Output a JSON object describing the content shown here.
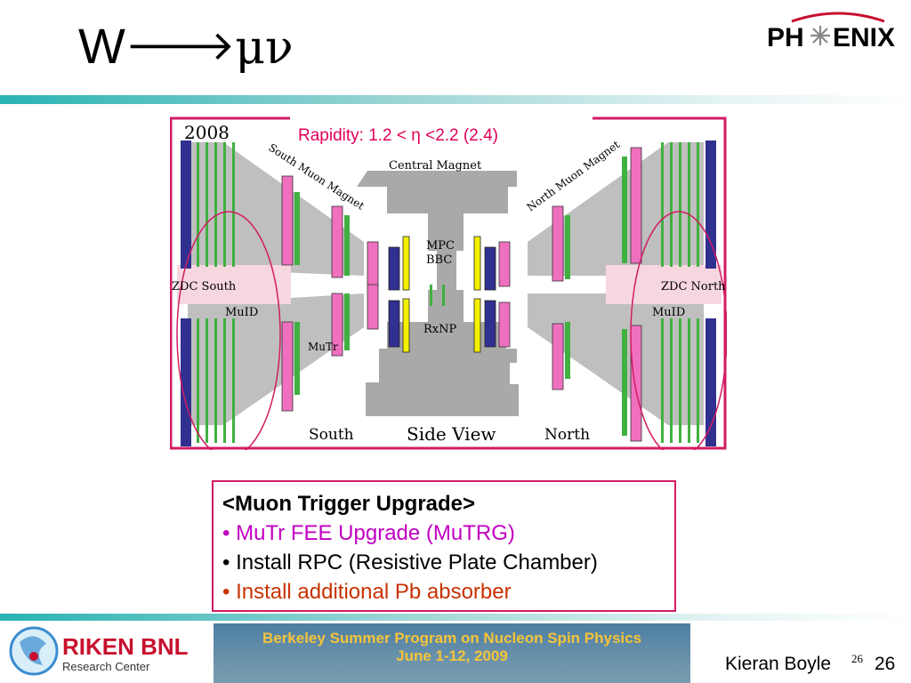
{
  "title": {
    "text": "W",
    "arrow": "🡒",
    "symbol": "μν"
  },
  "logo": {
    "text_left": "PH",
    "text_right": "ENIX"
  },
  "figure": {
    "rapidity": "Rapidity: 1.2 < η <2.2 (2.4)",
    "year": "2008",
    "labels": {
      "south_magnet": "South Muon Magnet",
      "central_magnet": "Central Magnet",
      "north_magnet": "North Muon Magnet",
      "mpc": "MPC",
      "bbc": "BBC",
      "rxnp": "RxNP",
      "zdc_south": "ZDC South",
      "zdc_north": "ZDC North",
      "muid_left": "MuID",
      "muid_right": "MuID",
      "mutr": "MuTr",
      "south": "South",
      "side_view": "Side View",
      "north": "North"
    }
  },
  "textbox": {
    "header": "<Muon Trigger Upgrade>",
    "lines": [
      "• MuTr FEE Upgrade (MuTRG)",
      "• Install RPC (Resistive Plate Chamber)",
      "• Install additional Pb absorber"
    ]
  },
  "footer": {
    "riken_name": "RIKEN BNL",
    "riken_sub": "Research Center",
    "banner_line1": "Berkeley Summer Program on Nucleon Spin Physics",
    "banner_line2": "June 1-12, 2009",
    "author": "Kieran Boyle",
    "slide_num_small": "26",
    "slide_num": "26"
  }
}
